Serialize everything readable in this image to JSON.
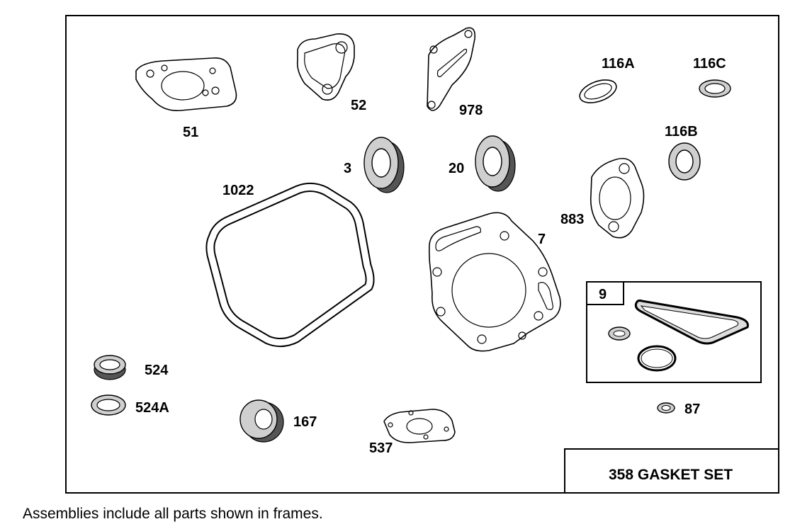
{
  "labels": {
    "p51": "51",
    "p52": "52",
    "p978": "978",
    "p116A": "116A",
    "p116C": "116C",
    "p116B": "116B",
    "p3": "3",
    "p20": "20",
    "p1022": "1022",
    "p883": "883",
    "p7": "7",
    "p9": "9",
    "p524": "524",
    "p524A": "524A",
    "p167": "167",
    "p537": "537",
    "p87": "87"
  },
  "title_block": "358 GASKET SET",
  "footnote": "Assemblies include all parts shown in frames."
}
